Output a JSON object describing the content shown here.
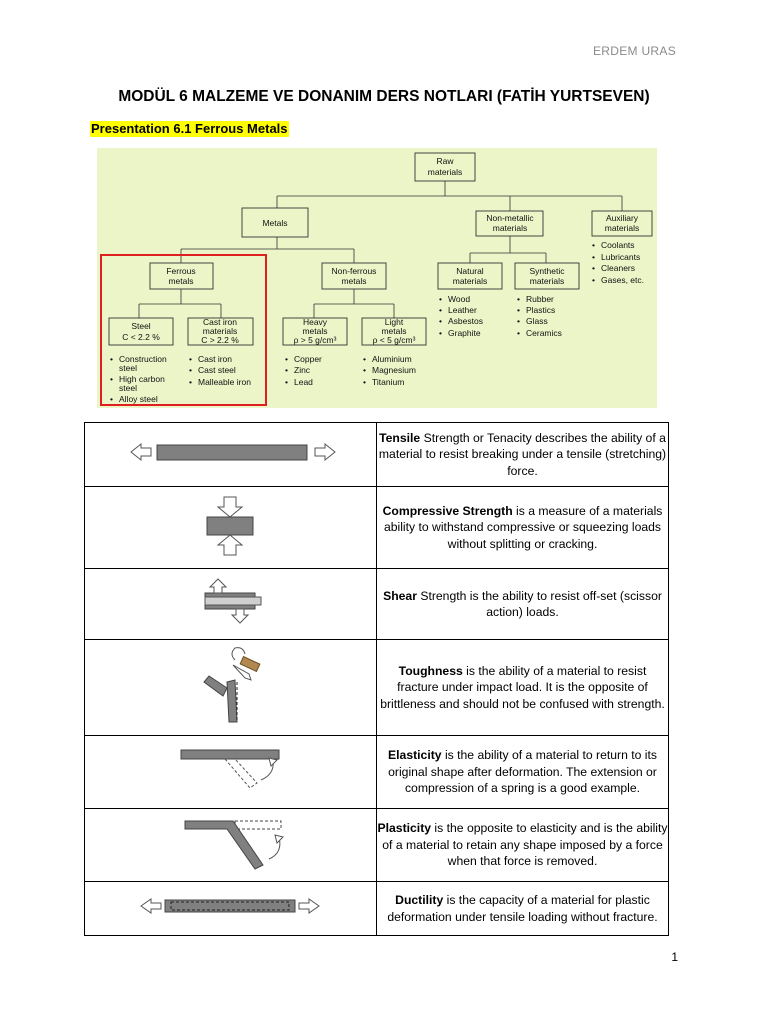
{
  "header": {
    "author": "ERDEM URAS"
  },
  "title": "MODÜL 6 MALZEME VE DONANIM DERS NOTLARI (FATİH YURTSEVEN)",
  "presentation": "Presentation 6.1 Ferrous Metals",
  "diagram": {
    "colors": {
      "background": "#ebf5c8",
      "highlight": "#e02020"
    },
    "raw": [
      "Raw",
      "materials"
    ],
    "metals": "Metals",
    "nonmetallic": [
      "Non-metallic",
      "materials"
    ],
    "auxiliary": [
      "Auxiliary",
      "materials"
    ],
    "auxiliary_items": [
      "Coolants",
      "Lubricants",
      "Cleaners",
      "Gases, etc."
    ],
    "ferrous": [
      "Ferrous",
      "metals"
    ],
    "nonferrous": [
      "Non-ferrous",
      "metals"
    ],
    "natural": [
      "Natural",
      "materials"
    ],
    "natural_items": [
      "Wood",
      "Leather",
      "Asbestos",
      "Graphite"
    ],
    "synthetic": [
      "Synthetic",
      "materials"
    ],
    "synthetic_items": [
      "Rubber",
      "Plastics",
      "Glass",
      "Ceramics"
    ],
    "steel": [
      "Steel",
      "C < 2.2 %"
    ],
    "castiron": [
      "Cast iron",
      "materials",
      "C > 2.2 %"
    ],
    "heavy": [
      "Heavy",
      "metals",
      "ρ > 5 g/cm³"
    ],
    "light": [
      "Light",
      "metals",
      "ρ < 5 g/cm³"
    ],
    "steel_items": [
      "Construction",
      "steel",
      "High carbon",
      "steel",
      "Alloy steel"
    ],
    "castiron_items": [
      "Cast iron",
      "Cast steel",
      "Malleable iron"
    ],
    "heavy_items": [
      "Copper",
      "Zinc",
      "Lead"
    ],
    "light_items": [
      "Aluminium",
      "Magnesium",
      "Titanium"
    ]
  },
  "properties": [
    {
      "term": "Tensile",
      "text": " Strength or Tenacity describes the ability of a material to resist breaking under a tensile (stretching) force."
    },
    {
      "term": "Compressive Strength",
      "text": " is a measure of a materials ability to withstand compressive or squeezing loads without splitting or cracking."
    },
    {
      "term": "Shear",
      "text": " Strength is the ability to resist off-set (scissor action) loads."
    },
    {
      "term": "Toughness",
      "text": " is the ability of a material to resist fracture under impact load. It is the opposite of brittleness and should not be confused with strength."
    },
    {
      "term": "Elasticity",
      "text": " is the ability of a material to return to its original shape after deformation. The extension or compression of a spring is a good example."
    },
    {
      "term": "Plasticity",
      "text": " is the opposite to elasticity and is the ability of a material to retain any shape imposed by a force when that force is removed."
    },
    {
      "term": "Ductility",
      "text": " is the capacity of a material for plastic deformation under tensile loading without fracture."
    }
  ],
  "page_number": "1"
}
